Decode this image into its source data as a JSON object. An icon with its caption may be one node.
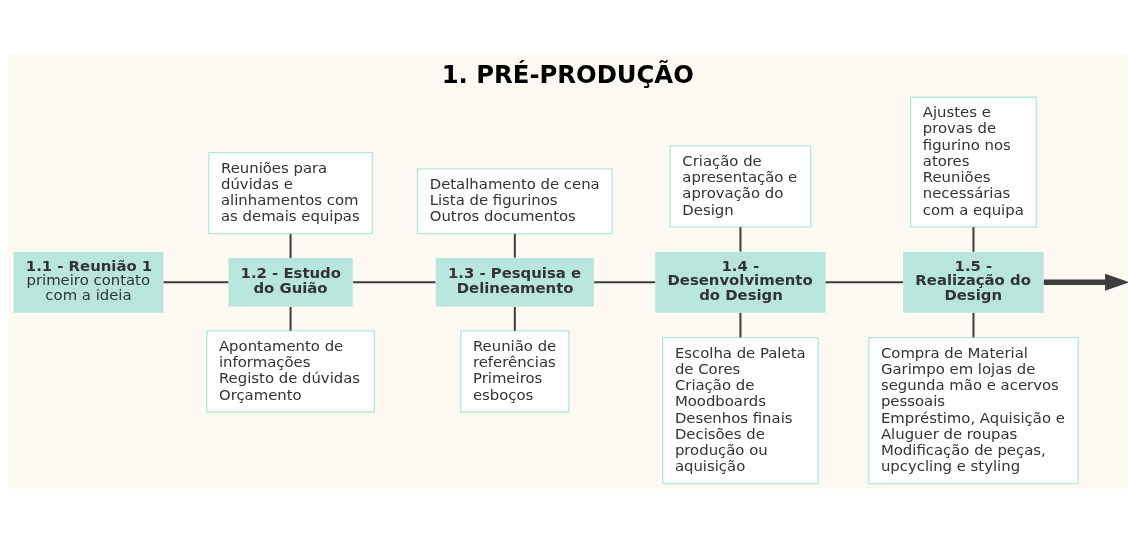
{
  "diagram": {
    "title": "1. PRÉ-PRODUÇÃO",
    "nodes": [
      {
        "text": [
          "1.1 - Reunião 1",
          "primeiro contato com a ideia"
        ]
      },
      {
        "text": [
          "1.2 - Estudo do Guião"
        ]
      },
      {
        "text": [
          "1.3 - Pesquisa e Delineamento"
        ]
      },
      {
        "text": [
          "1.4 - Desenvolvimento do Design"
        ]
      },
      {
        "text": [
          "1.5 - Realização do Design"
        ]
      },
      {
        "text": [
          "Reuniões para dúvidas e alinhamentos com as demais equipas"
        ]
      },
      {
        "text": [
          "Detalhamento de cena",
          "Lista de figurinos",
          "Outros documentos"
        ]
      },
      {
        "text": [
          "Criação de apresentação e aprovação do Design"
        ]
      },
      {
        "text": [
          "Ajustes e provas de figurino nos atores",
          "Reuniões necessárias com a equipa"
        ]
      },
      {
        "text": [
          "Apontamento de informações",
          "Registo de dúvidas",
          "Orçamento"
        ]
      },
      {
        "text": [
          "Reunião de referências",
          "Primeiros esboços"
        ]
      },
      {
        "text": [
          "Escolha de Paleta de Cores",
          "Criação de Moodboards",
          "Desenhos finais",
          "Decisões de produção ou aquisição"
        ]
      },
      {
        "text": [
          "Compra de Material",
          "Garimpo em lojas de segunda mão e acervos pessoais",
          "Empréstimo, Aquisição e Aluguer de roupas",
          "Modificação de peças, upcycling e styling"
        ]
      }
    ],
    "edges": [
      {
        "from": 0,
        "to": 1,
        "arrow": "none"
      },
      {
        "from": 1,
        "to": 2,
        "arrow": "none"
      },
      {
        "from": 2,
        "to": 3,
        "arrow": "none"
      },
      {
        "from": 3,
        "to": 4,
        "arrow": "none"
      },
      {
        "from": 4,
        "to": null,
        "arrow": "to",
        "style": "thick"
      },
      {
        "from": 5,
        "to": 1,
        "arrow": "none"
      },
      {
        "from": 6,
        "to": 2,
        "arrow": "none"
      },
      {
        "from": 7,
        "to": 3,
        "arrow": "none"
      },
      {
        "from": 8,
        "to": 4,
        "arrow": "none"
      },
      {
        "from": 1,
        "to": 9,
        "arrow": "none"
      },
      {
        "from": 2,
        "to": 10,
        "arrow": "none"
      },
      {
        "from": 3,
        "to": 11,
        "arrow": "none"
      },
      {
        "from": 4,
        "to": 12,
        "arrow": "none"
      }
    ]
  }
}
